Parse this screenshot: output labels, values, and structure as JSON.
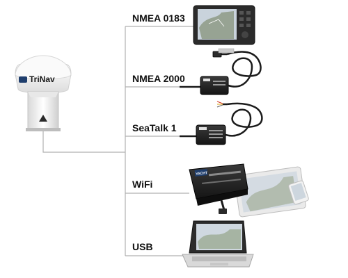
{
  "gps_antenna": {
    "brand": "TriNav"
  },
  "connections": [
    {
      "id": "nmea0183",
      "label": "NMEA 0183",
      "device": "chartplotter"
    },
    {
      "id": "nmea2000",
      "label": "NMEA 2000",
      "device": "nmea2000-interface-cable"
    },
    {
      "id": "seatalk1",
      "label": "SeaTalk 1",
      "device": "seatalk-interface-cable"
    },
    {
      "id": "wifi",
      "label": "WiFi",
      "device": "wifi-router-tablet-phone"
    },
    {
      "id": "usb",
      "label": "USB",
      "device": "laptop"
    }
  ],
  "wifi_device": {
    "badge": "YACHT"
  },
  "colors": {
    "line": "#b0b0b0",
    "cable": "#1b1b1b",
    "box": "#222222",
    "screen_water": "#c9d3dc"
  }
}
